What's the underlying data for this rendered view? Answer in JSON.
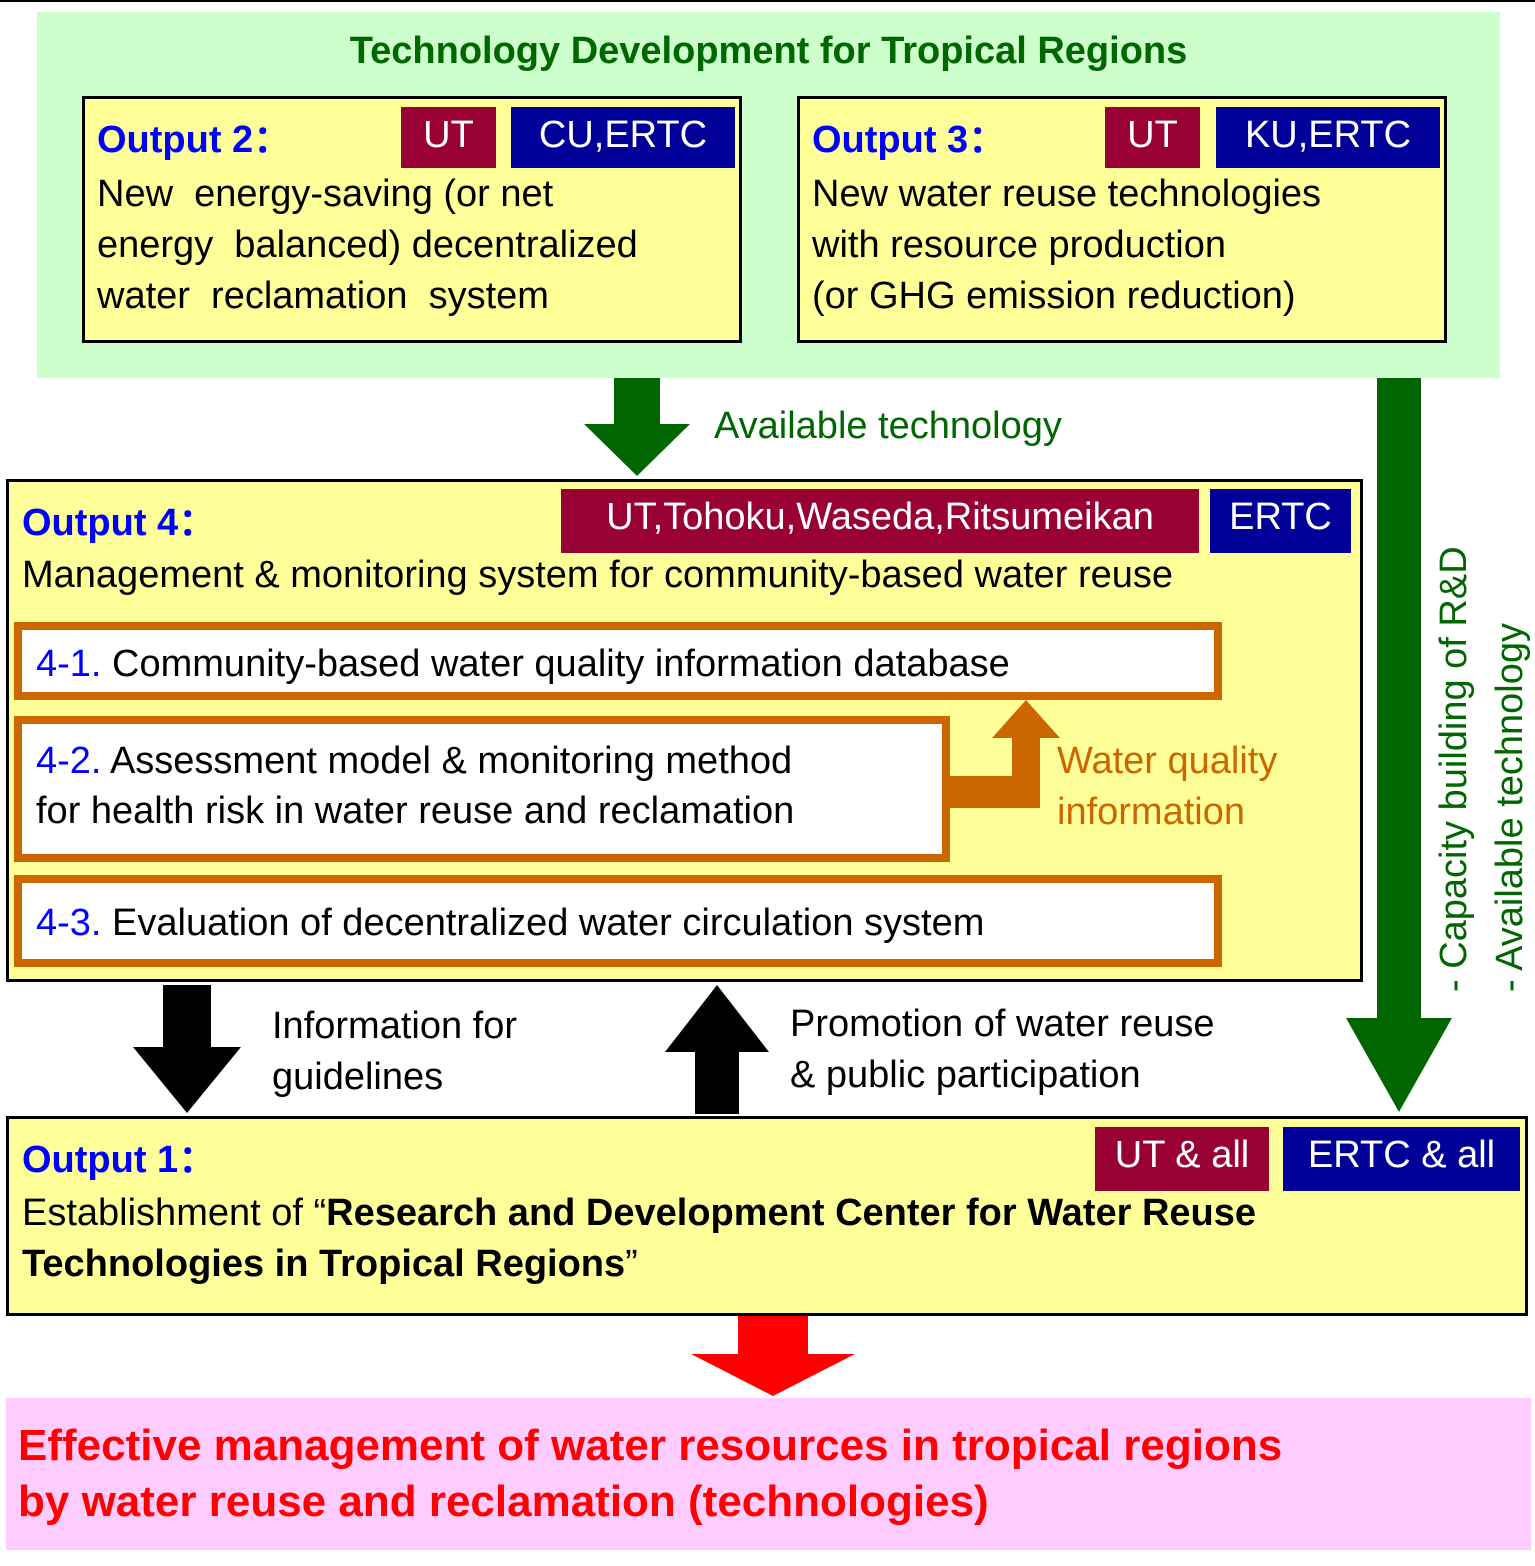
{
  "tech_dev": {
    "title": "Technology Development for Tropical Regions"
  },
  "output2": {
    "label": "Output  2：",
    "tag_ut": "UT",
    "tag_partner": "CU,ERTC",
    "text": "New  energy-saving (or net\nenergy  balanced) decentralized\nwater  reclamation  system"
  },
  "output3": {
    "label": "Output  3：",
    "tag_ut": "UT",
    "tag_partner": "KU,ERTC",
    "text": "New water reuse technologies\nwith resource production\n(or GHG emission reduction)"
  },
  "arrows": {
    "available_technology": "Available  technology",
    "side_label": "- Capacity building of R&D\n- Available technology",
    "information_for_guidelines": "Information for\nguidelines",
    "promotion": "Promotion of water reuse\n& public participation",
    "water_quality_information": "Water quality\ninformation"
  },
  "output4": {
    "label": "Output  4：",
    "tag_partner_jp": "UT,Tohoku,Waseda,Ritsumeikan",
    "tag_partner_local": "ERTC",
    "text": "Management & monitoring system for community-based water reuse",
    "items": [
      {
        "num": "4-1.",
        "text": "Community-based water quality information database"
      },
      {
        "num": "4-2.",
        "text": "Assessment model & monitoring method\nfor health risk in water reuse and reclamation"
      },
      {
        "num": "4-3.",
        "text": "Evaluation of decentralized water circulation system"
      }
    ]
  },
  "output1": {
    "label": "Output  1：",
    "tag_ut": "UT & all",
    "tag_partner": "ERTC & all",
    "text_prefix": "Establishment of “",
    "text_bold_line1": "Research and Development Center for Water Reuse",
    "text_bold_line2": "Technologies in Tropical Regions",
    "text_suffix": "”"
  },
  "goal": {
    "text": "Effective management of water resources in tropical regions\nby water reuse and reclamation (technologies)"
  },
  "colors": {
    "green_panel": "#ccffcc",
    "yellow_box": "#ffff99",
    "tag_red": "#990033",
    "tag_blue": "#000099",
    "orange": "#cc6600",
    "dark_green": "#006600",
    "goal_red": "#ff0000",
    "pink_panel": "#ffccff"
  }
}
